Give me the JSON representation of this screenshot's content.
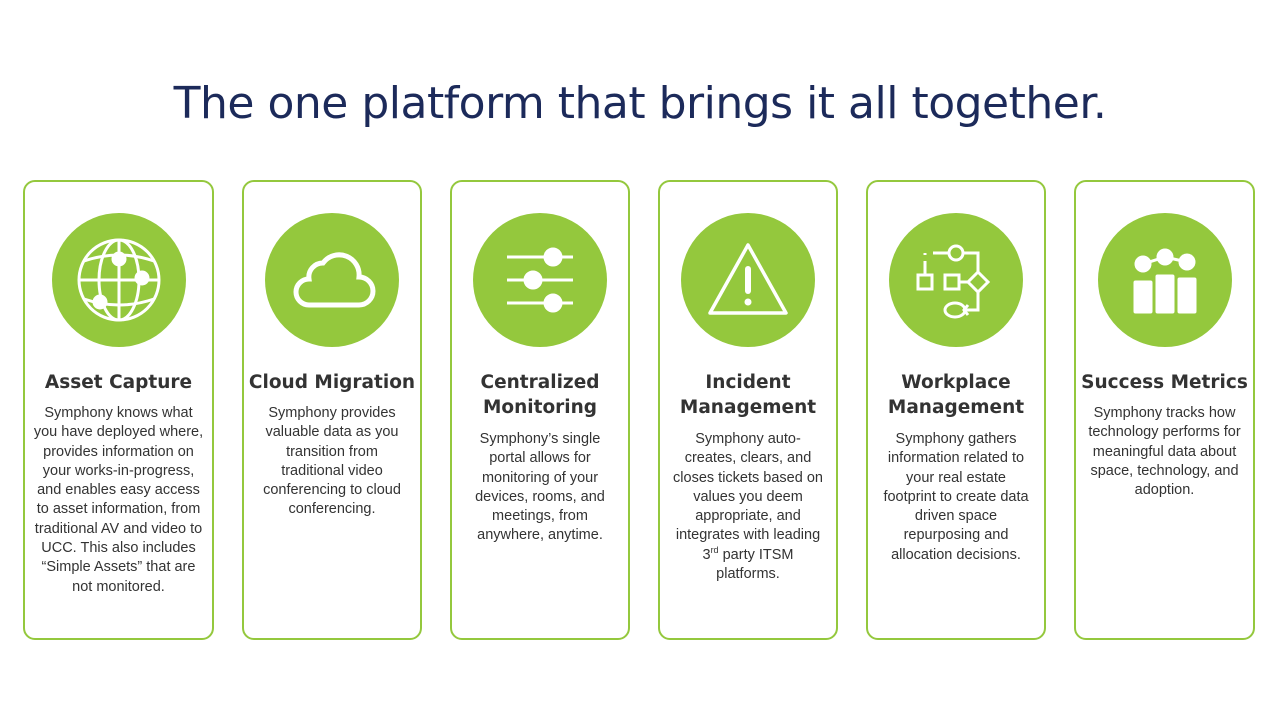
{
  "title": "The one platform that brings it all together.",
  "accent_color": "#94c83d",
  "cards": [
    {
      "icon": "globe-network-icon",
      "heading": "Asset Capture",
      "desc": "Symphony knows what you have deployed where, provides information on your works-in-progress, and enables easy access to asset information, from traditional AV and video to UCC. This also includes “Simple Assets” that are not monitored."
    },
    {
      "icon": "cloud-icon",
      "heading": "Cloud Migration",
      "desc": "Symphony provides valuable data as you transition from traditional video conferencing to cloud conferencing."
    },
    {
      "icon": "sliders-icon",
      "heading": "Centralized Monitoring",
      "desc": "Symphony’s single portal allows for monitoring of your devices, rooms, and meetings, from anywhere, anytime."
    },
    {
      "icon": "warning-icon",
      "heading": "Incident Management",
      "desc_pre": "Symphony auto-creates, clears, and closes tickets based on values you deem appropriate, and integrates with leading 3",
      "desc_sup": "rd",
      "desc_post": " party ITSM platforms."
    },
    {
      "icon": "workflow-icon",
      "heading": "Workplace Management",
      "desc": "Symphony gathers information related to your real estate footprint to create data driven space repurposing and allocation decisions."
    },
    {
      "icon": "bar-chart-icon",
      "heading": "Success Metrics",
      "desc": "Symphony tracks how technology performs for meaningful data about space, technology, and adoption."
    }
  ]
}
